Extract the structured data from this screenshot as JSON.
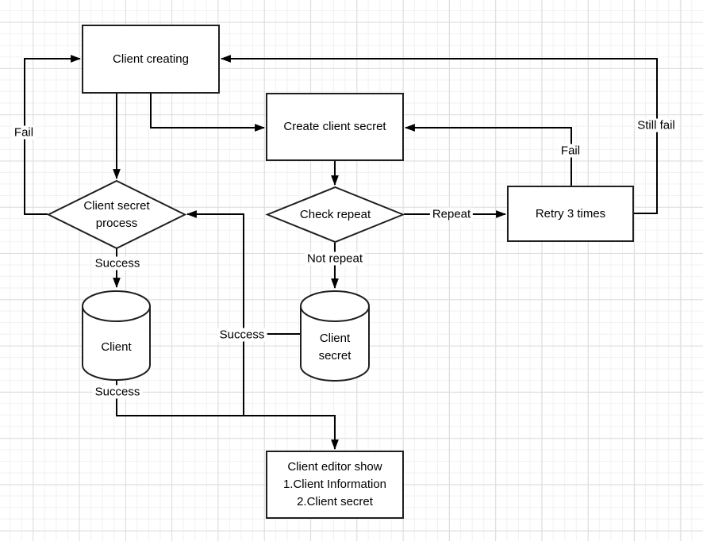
{
  "diagram": {
    "type": "flowchart",
    "background": "grid"
  },
  "colors": {
    "shape_fill": "#ffffff",
    "shape_stroke": "#1f1f1f",
    "edge_stroke": "#000000",
    "text": "#000000",
    "grid_minor": "#f1f1f1",
    "grid_major": "#dddddd"
  },
  "nodes": {
    "client_creating": {
      "type": "process",
      "label": "Client creating"
    },
    "create_client_secret": {
      "type": "process",
      "label": "Create client secret"
    },
    "retry_3_times": {
      "type": "process",
      "label": "Retry 3 times"
    },
    "client_secret_process": {
      "type": "decision",
      "lines": [
        "Client secret",
        "process"
      ]
    },
    "check_repeat": {
      "type": "decision",
      "label": "Check repeat"
    },
    "client_db": {
      "type": "database",
      "label": "Client"
    },
    "client_secret_db": {
      "type": "database",
      "lines": [
        "Client",
        "secret"
      ]
    },
    "client_editor_show": {
      "type": "process",
      "lines": [
        "Client editor show",
        "1.Client Information",
        "2.Client secret"
      ]
    }
  },
  "edge_labels": {
    "fail_left": "Fail",
    "fail_right": "Fail",
    "still_fail": "Still fail",
    "repeat": "Repeat",
    "not_repeat": "Not repeat",
    "success_left": "Success",
    "success_mid": "Success",
    "success_bottom": "Success"
  }
}
